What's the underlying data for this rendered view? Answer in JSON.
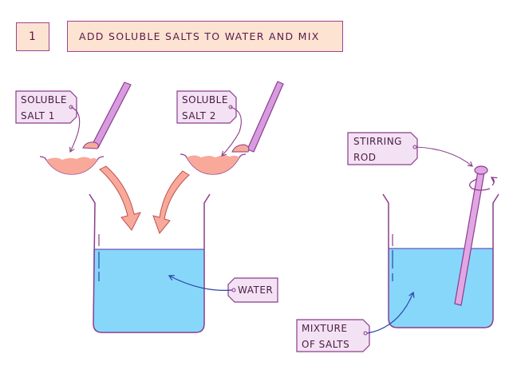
{
  "header": {
    "step_number": "1",
    "step_title": "ADD SOLUBLE SALTS TO WATER AND MIX"
  },
  "labels": {
    "salt1": {
      "line1": "SOLUBLE",
      "line2": "SALT 1"
    },
    "salt2": {
      "line1": "SOLUBLE",
      "line2": "SALT 2"
    },
    "water": "WATER",
    "stirring_rod": {
      "line1": "STIRRING",
      "line2": "ROD"
    },
    "mixture": {
      "line1": "MIXTURE",
      "line2": "OF SALTS"
    }
  },
  "colors": {
    "outline": "#a0428f",
    "water": "#87d7fb",
    "salt": "#f8a99a",
    "tag_fill": "#f3e2f3",
    "header_fill": "#fde3d2",
    "rod": "#e3a6e5"
  }
}
